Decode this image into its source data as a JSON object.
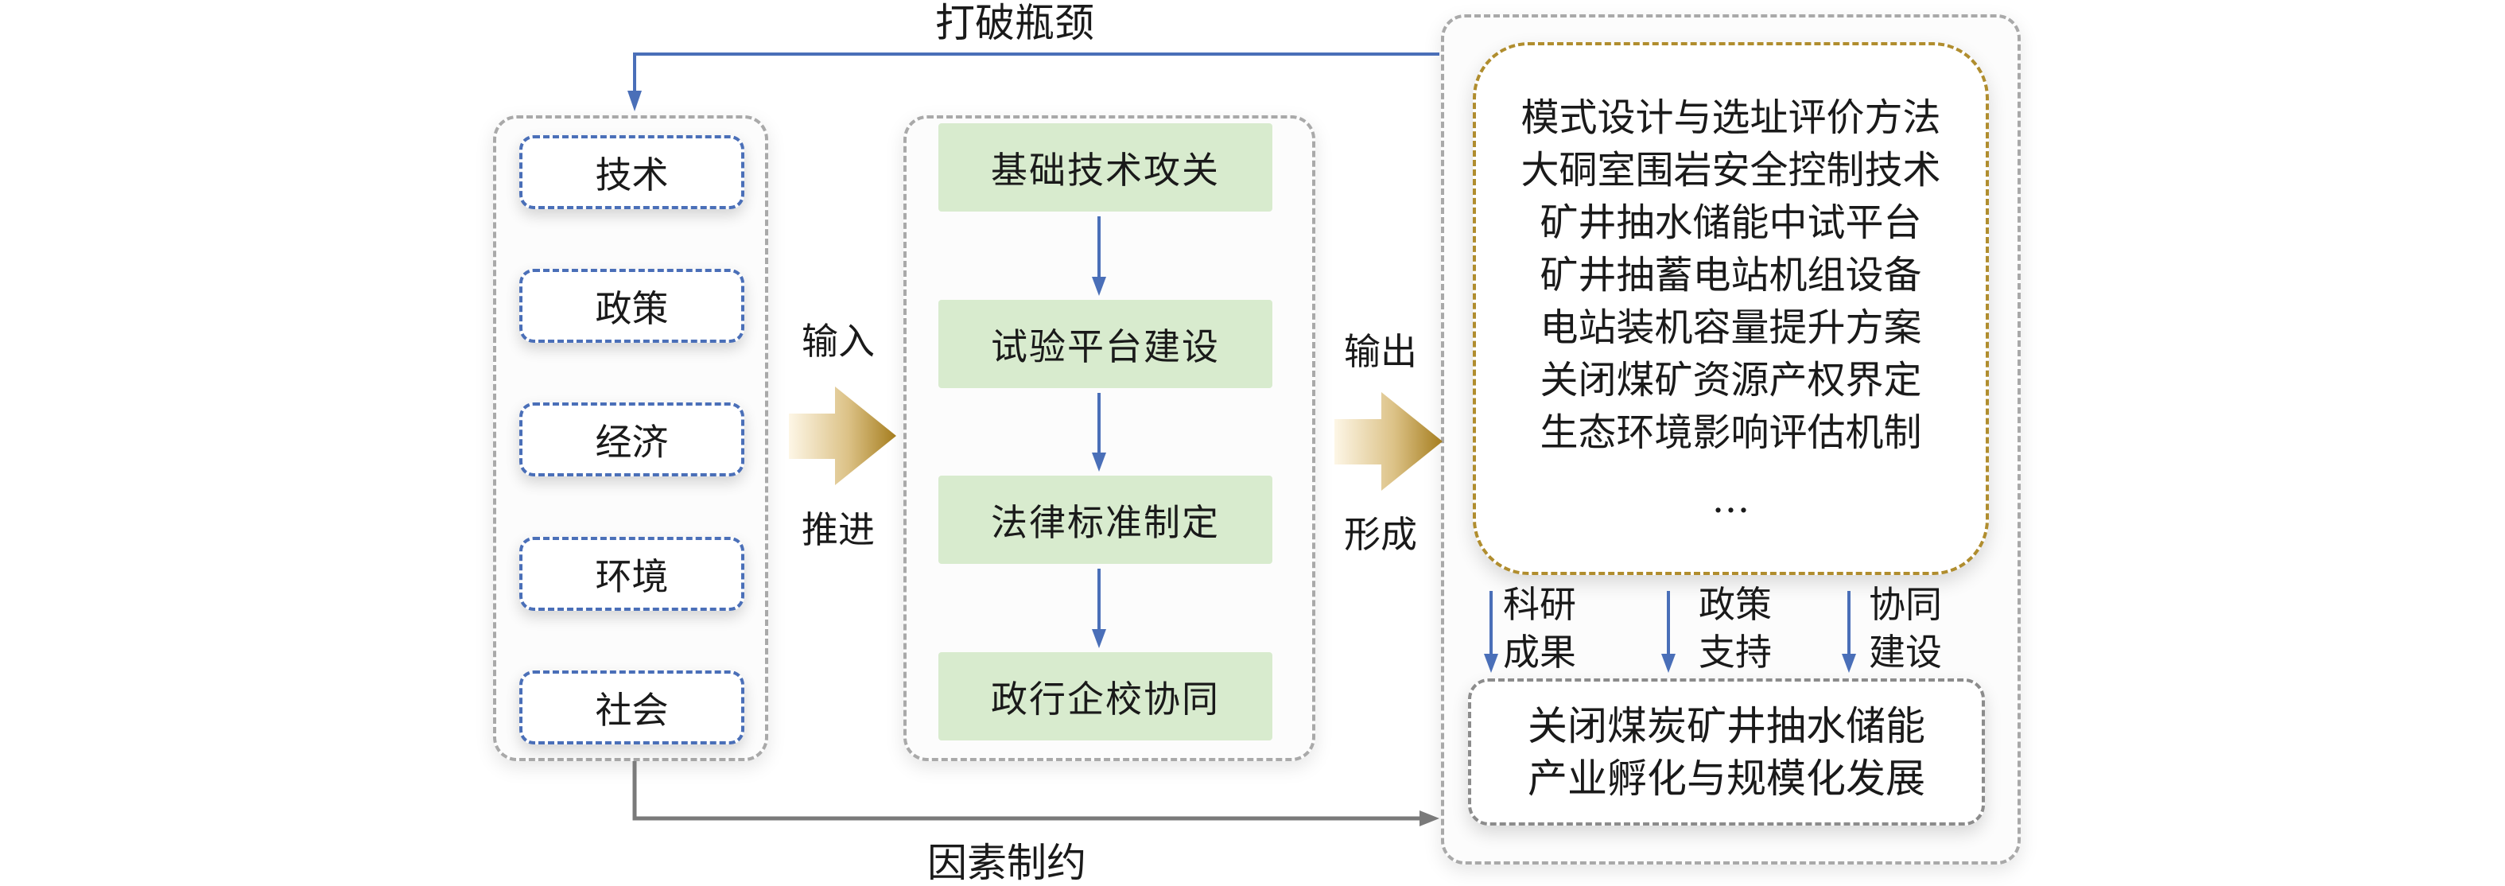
{
  "top_label": "打破瓶颈",
  "bottom_label": "因素制约",
  "factors": {
    "items": [
      {
        "label": "技术"
      },
      {
        "label": "政策"
      },
      {
        "label": "经济"
      },
      {
        "label": "环境"
      },
      {
        "label": "社会"
      }
    ]
  },
  "input_arrow": {
    "top_label": "输入",
    "bottom_label": "推进"
  },
  "steps": {
    "items": [
      {
        "label": "基础技术攻关"
      },
      {
        "label": "试验平台建设"
      },
      {
        "label": "法律标准制定"
      },
      {
        "label": "政行企校协同"
      }
    ]
  },
  "output_arrow": {
    "top_label": "输出",
    "bottom_label": "形成"
  },
  "outcomes": {
    "lines": [
      "模式设计与选址评价方法",
      "大硐室围岩安全控制技术",
      "矿井抽水储能中试平台",
      "矿井抽蓄电站机组设备",
      "电站装机容量提升方案",
      "关闭煤矿资源产权界定",
      "生态环境影响评估机制"
    ],
    "ellipsis": "…"
  },
  "support_links": [
    {
      "line1": "科研",
      "line2": "成果"
    },
    {
      "line1": "政策",
      "line2": "支持"
    },
    {
      "line1": "协同",
      "line2": "建设"
    }
  ],
  "result": {
    "lines": [
      "关闭煤炭矿井抽水储能",
      "产业孵化与规模化发展"
    ]
  },
  "colors": {
    "blue_arrow": "#4a6fb8",
    "gray_arrow": "#7a7a7a",
    "step_fill": "#d8ebce",
    "gold_border": "#b08d2e",
    "gold_dark": "#a57d1e",
    "gold_light": "#fdf6e6"
  }
}
